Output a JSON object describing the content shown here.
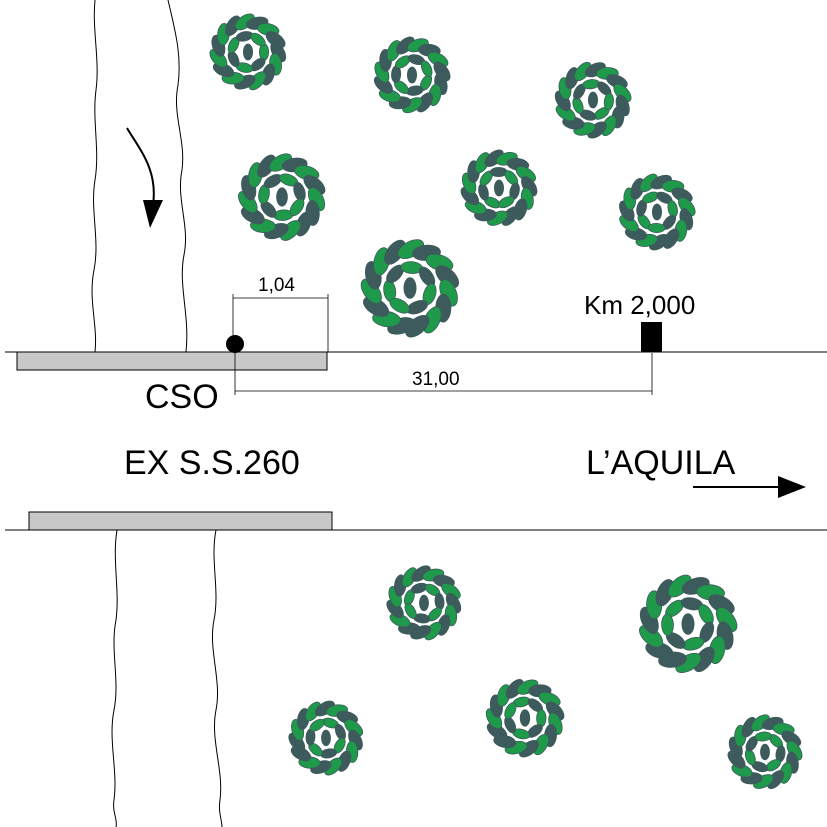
{
  "labels": {
    "dimension_short": "1,04",
    "dimension_long": "31,00",
    "km_marker": "Km 2,000",
    "cso": "CSO",
    "road_name": "EX S.S.260",
    "direction": "L’AQUILA"
  },
  "colors": {
    "foliage_dark": "#3d5a5c",
    "foliage_light": "#1e9a4a",
    "bridge_fill": "#c8c8c8",
    "line": "#000000"
  }
}
